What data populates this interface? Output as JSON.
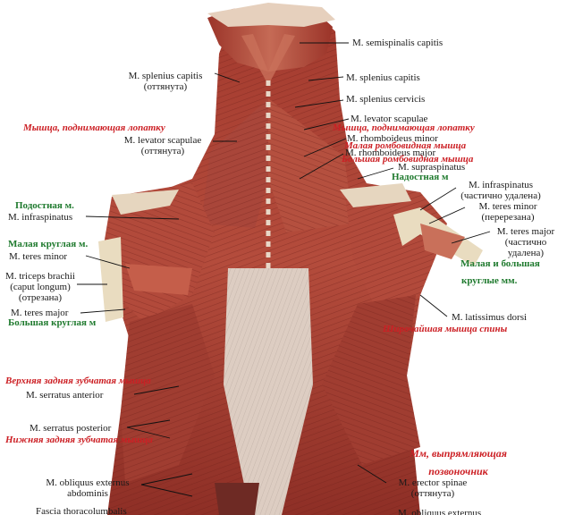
{
  "labels": {
    "semispinalis_capitis": "M. semispinalis capitis",
    "splenius_capitis_left_1": "M. splenius capitis",
    "splenius_capitis_left_2": "(оттянута)",
    "splenius_capitis_right": "M. splenius capitis",
    "splenius_cervicis": "M. splenius cervicis",
    "levator_scapulae_right": "M. levator scapulae",
    "ru_levator_left": "Мышца, поднимающая лопатку",
    "levator_scapulae_left_1": "M. levator scapulae",
    "levator_scapulae_left_2": "(оттянута)",
    "ru_levator_right": "Мышца, поднимающая лопатку",
    "rhomboideus_minor": "M. rhomboideus minor",
    "ru_rhomboid_minor": "Малая ромбовидная мышца",
    "rhomboideus_major": "M. rhomboideus major",
    "ru_rhomboid_major": "Большая ромбовидная мышца",
    "supraspinatus": "M. supraspinatus",
    "ru_supraspinatus": "Надостная м",
    "infraspinatus_right_1": "M. infraspinatus",
    "infraspinatus_right_2": "(частично удалена)",
    "ru_infraspinatus_left": "Подостная м.",
    "infraspinatus_left": "M. infraspinatus",
    "teres_minor_right_1": "M. teres minor",
    "teres_minor_right_2": "(перерезана)",
    "teres_major_right_1": "M. teres major",
    "teres_major_right_2": "(частично",
    "teres_major_right_3": "удалена)",
    "ru_teres_minor_left": "Малая круглая м.",
    "teres_minor_left": "M. teres minor",
    "ru_teres_right_1": "Малая и большая",
    "ru_teres_right_2": "круглые мм.",
    "triceps_1": "M. triceps brachii",
    "triceps_2": "(caput longum)",
    "triceps_3": "(отрезана)",
    "teres_major_left": "M. teres major",
    "ru_teres_major_left": "Большая круглая м",
    "latissimus": "M. latissimus dorsi",
    "ru_latissimus": "Широчайшая мышца спины",
    "ru_serratus_sup": "Верхняя задняя зубчатая мышца",
    "serratus_anterior": "M. serratus anterior",
    "serratus_posterior": "M. serratus posterior",
    "ru_serratus_inf": "Нижняя задняя зубчатая мышца",
    "ru_erector_1": "Мм, выпрямляющая",
    "ru_erector_2": "позвоночник",
    "obliquus_1": "M. obliquus externus",
    "obliquus_2": "abdominis",
    "erector_1": "M. erector spinae",
    "erector_2": "(оттянута)",
    "fascia": "Fascia thoracolumbalis",
    "obliquus_bottom": "M. obliquus externus"
  },
  "colors": {
    "muscle_dark": "#8a2a22",
    "muscle_mid": "#b2483a",
    "muscle_light": "#d27a66",
    "tendon": "#e8d6c6",
    "bone": "#e9dcc0",
    "russian_red": "#cc1f24",
    "russian_green": "#1f7a2e",
    "leader_line": "#111111"
  }
}
